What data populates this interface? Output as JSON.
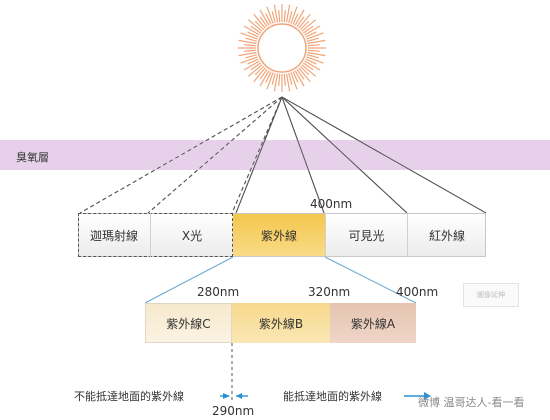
{
  "diagram": {
    "ozone_layer_label": "臭氧層",
    "spectrum": [
      "迦瑪射線",
      "X光",
      "紫外線",
      "可見光",
      "紅外線"
    ],
    "marker_400nm_top": "400nm",
    "uv_bands": [
      "紫外線C",
      "紫外線B",
      "紫外線A"
    ],
    "wavelength_labels": {
      "w280": "280nm",
      "w320": "320nm",
      "w400": "400nm",
      "w290": "290nm"
    },
    "captions": {
      "cannot_reach_ground": "不能抵達地面的紫外線",
      "can_reach_ground": "能抵達地面的紫外線"
    },
    "side_extension_label": "圖像延伸",
    "watermark": "微博 温哥达人-看一看"
  },
  "colors": {
    "ozone_band": "#e7d1ea",
    "uv_highlight": "#f4c64d",
    "uv_c": "#f6e9cd",
    "uv_b": "#f7d98c",
    "uv_a": "#e6c4b2",
    "arrow_blue": "#2a92d0",
    "sun_orange": "#f0a477",
    "line_dark": "#555555"
  },
  "icons": {
    "sun": "sun-icon",
    "weibo": "weibo-logo-icon"
  }
}
